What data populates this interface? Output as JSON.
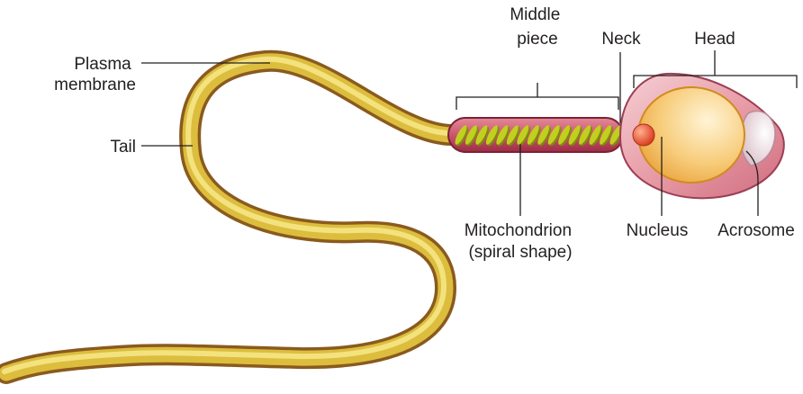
{
  "labels": {
    "plasma_membrane": [
      "Plasma",
      "membrane"
    ],
    "tail": "Tail",
    "middle_piece": [
      "Middle",
      "piece"
    ],
    "neck": "Neck",
    "head": "Head",
    "mitochondrion": [
      "Mitochondrion",
      "(spiral shape)"
    ],
    "nucleus": "Nucleus",
    "acrosome": "Acrosome"
  },
  "colors": {
    "tail_outer": "#8a5a1e",
    "tail_inner": "#e6c94a",
    "tail_highlight": "#f3e27e",
    "midpiece_fill": "#c7546a",
    "midpiece_edge": "#7d2136",
    "mitochondria": "#c2cf1e",
    "mitochondria_dark": "#7f8a10",
    "head_fill": "#e5949e",
    "head_edge": "#9c3f55",
    "nucleus_fill": "#f5c56f",
    "nucleus_edge": "#d18b1d",
    "nucleolus": "#e9502a",
    "acrosome": "#ead7de",
    "line": "#231f20"
  }
}
